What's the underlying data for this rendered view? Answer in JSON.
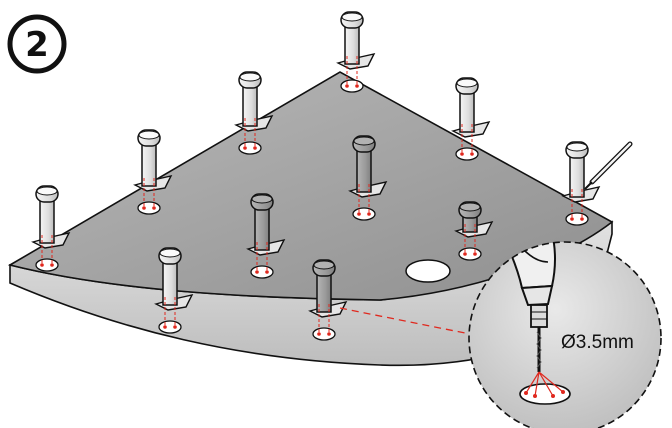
{
  "step": {
    "number": "2"
  },
  "drill": {
    "size_label": "Ø3.5mm"
  },
  "diagram": {
    "peg_count": 11,
    "colors": {
      "base_top": "#a9a9a9",
      "base_edge": "#cfcfcf",
      "peg_light": "#eeeeee",
      "peg_dark": "#9a9a9a",
      "guide_red": "#e0281e",
      "outline": "#111111"
    }
  }
}
